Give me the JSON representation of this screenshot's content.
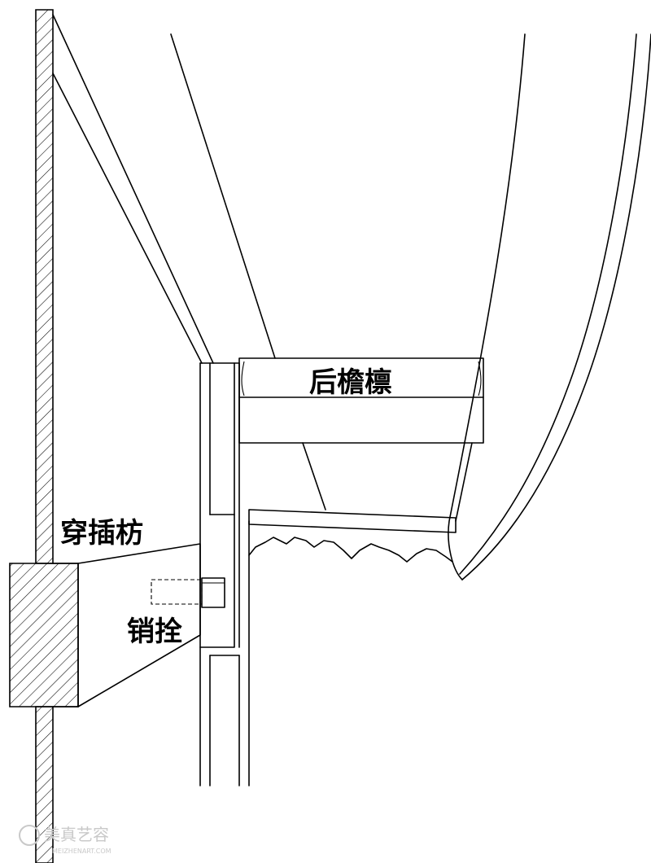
{
  "labels": {
    "purlin": "后檐檩",
    "tenon_beam": "穿插枋",
    "pin": "销拴"
  },
  "watermark": {
    "text": "美真艺容",
    "sub": "MEIZHENART.COM"
  },
  "colors": {
    "line": "#000000",
    "background": "#ffffff",
    "watermark": "#c9c9c9"
  }
}
